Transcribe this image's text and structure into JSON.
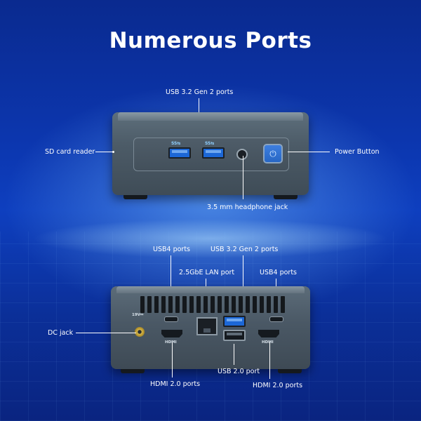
{
  "title": "Numerous Ports",
  "front": {
    "labels": {
      "usb32_gen2": "USB 3.2 Gen 2 ports",
      "sd_card": "SD card reader",
      "power": "Power Button",
      "headphone": "3.5 mm headphone jack"
    },
    "port_marks": {
      "ss_left": "SS⇆",
      "ss_right": "SS⇆"
    }
  },
  "rear": {
    "labels": {
      "usb4_left": "USB4 ports",
      "usb32_gen2": "USB 3.2 Gen 2 ports",
      "lan": "2.5GbE LAN port",
      "usb4_right": "USB4 ports",
      "dc_jack": "DC jack",
      "usb20": "USB 2.0 port",
      "hdmi_left": "HDMI 2.0 ports",
      "hdmi_right": "HDMI 2.0 ports"
    },
    "port_marks": {
      "hdmi_left": "HDMI",
      "hdmi_right": "HDMI",
      "dc_volts": "19V⎓"
    }
  },
  "colors": {
    "background_top": "#0a2a8f",
    "device_body": "#4c5b67",
    "usb_blue": "#1c67d6",
    "text": "#ffffff"
  }
}
